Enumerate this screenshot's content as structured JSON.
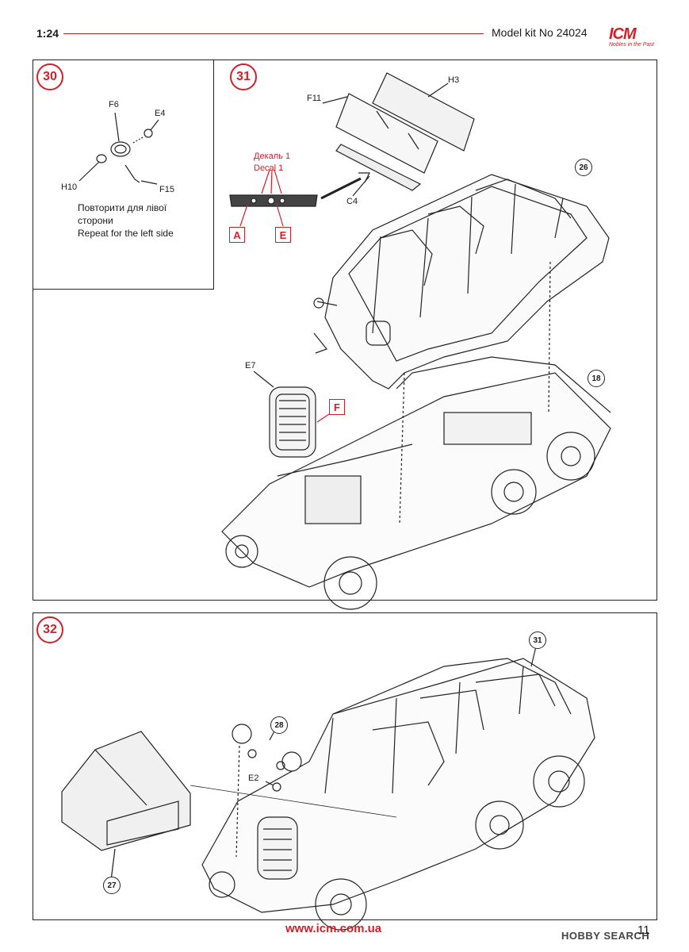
{
  "header": {
    "scale": "1:24",
    "kit_number": "Model kit No 24024",
    "brand": "ICM",
    "brand_tagline": "Nobles in the Past"
  },
  "steps": [
    {
      "number": "30",
      "parts": [
        "F6",
        "E4",
        "H10",
        "F15"
      ],
      "note_ua": "Повторити для лівої сторони",
      "note_en": "Repeat for the left side"
    },
    {
      "number": "31",
      "parts": [
        "H3",
        "F11",
        "C4",
        "E7"
      ],
      "decal_ua": "Декаль 1",
      "decal_en": "Decal 1",
      "color_codes": [
        "A",
        "E",
        "F"
      ],
      "refs": [
        "26",
        "18"
      ]
    },
    {
      "number": "32",
      "parts": [
        "E2"
      ],
      "refs": [
        "31",
        "28",
        "27"
      ]
    }
  ],
  "footer": {
    "url": "www.icm.com.ua",
    "page": "11",
    "watermark": "HOBBY SEARCH"
  },
  "colors": {
    "accent_red": "#d1202a",
    "line": "#222222"
  }
}
